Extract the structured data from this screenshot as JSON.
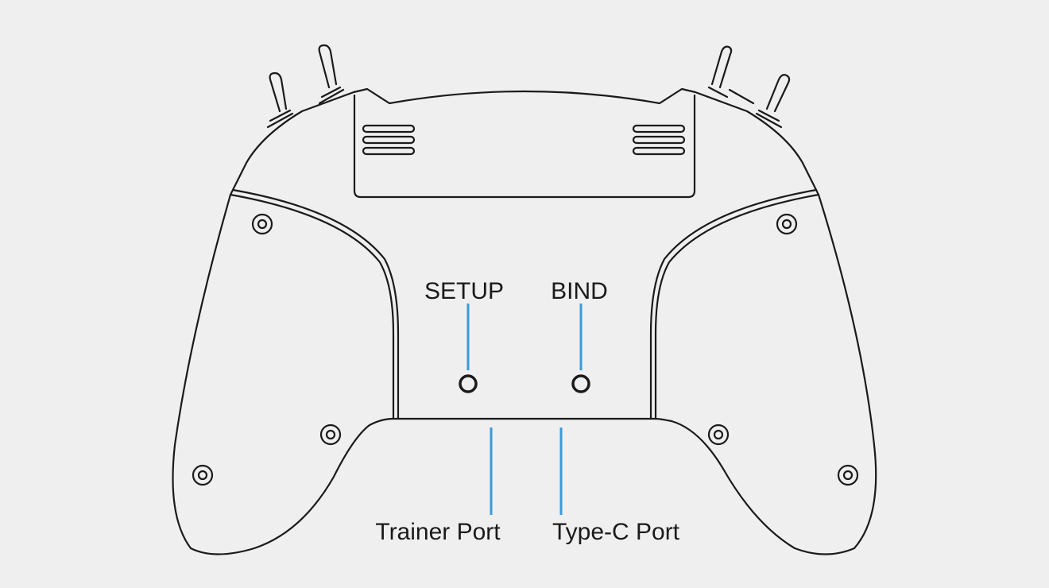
{
  "diagram": {
    "labels": {
      "setup": "SETUP",
      "bind": "BIND",
      "trainer_port": "Trainer Port",
      "typec_port": "Type-C Port"
    },
    "colors": {
      "background": "#efefef",
      "outline": "#1a1a1a",
      "leader": "#3a9ad9"
    }
  }
}
